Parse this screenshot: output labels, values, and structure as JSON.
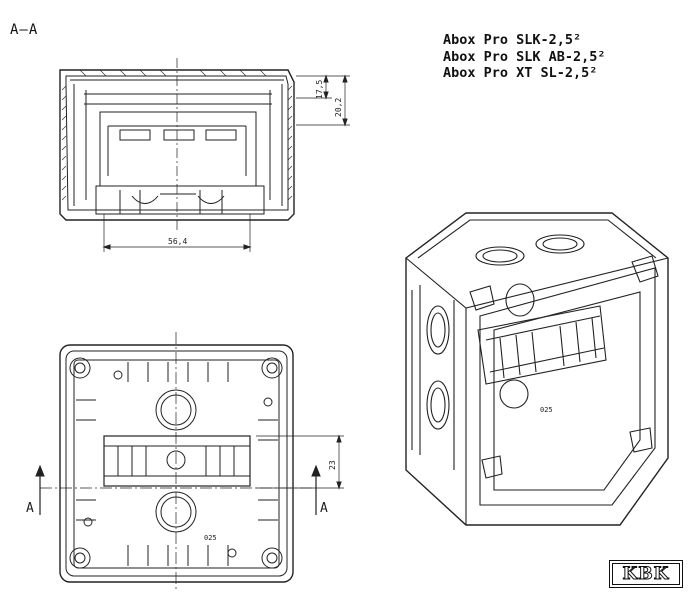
{
  "section_label": "A–A",
  "titles": [
    "Abox Pro SLK-2,5²",
    "Abox Pro SLK AB-2,5²",
    "Abox Pro XT SL-2,5²"
  ],
  "dimensions": {
    "height_inner": "17,5",
    "height_outer": "20,2",
    "width_terminal": "56,4",
    "offset": "23"
  },
  "section_markers": [
    "A",
    "A"
  ],
  "part_marks": [
    "025",
    "025"
  ],
  "logo_text": "KBK"
}
